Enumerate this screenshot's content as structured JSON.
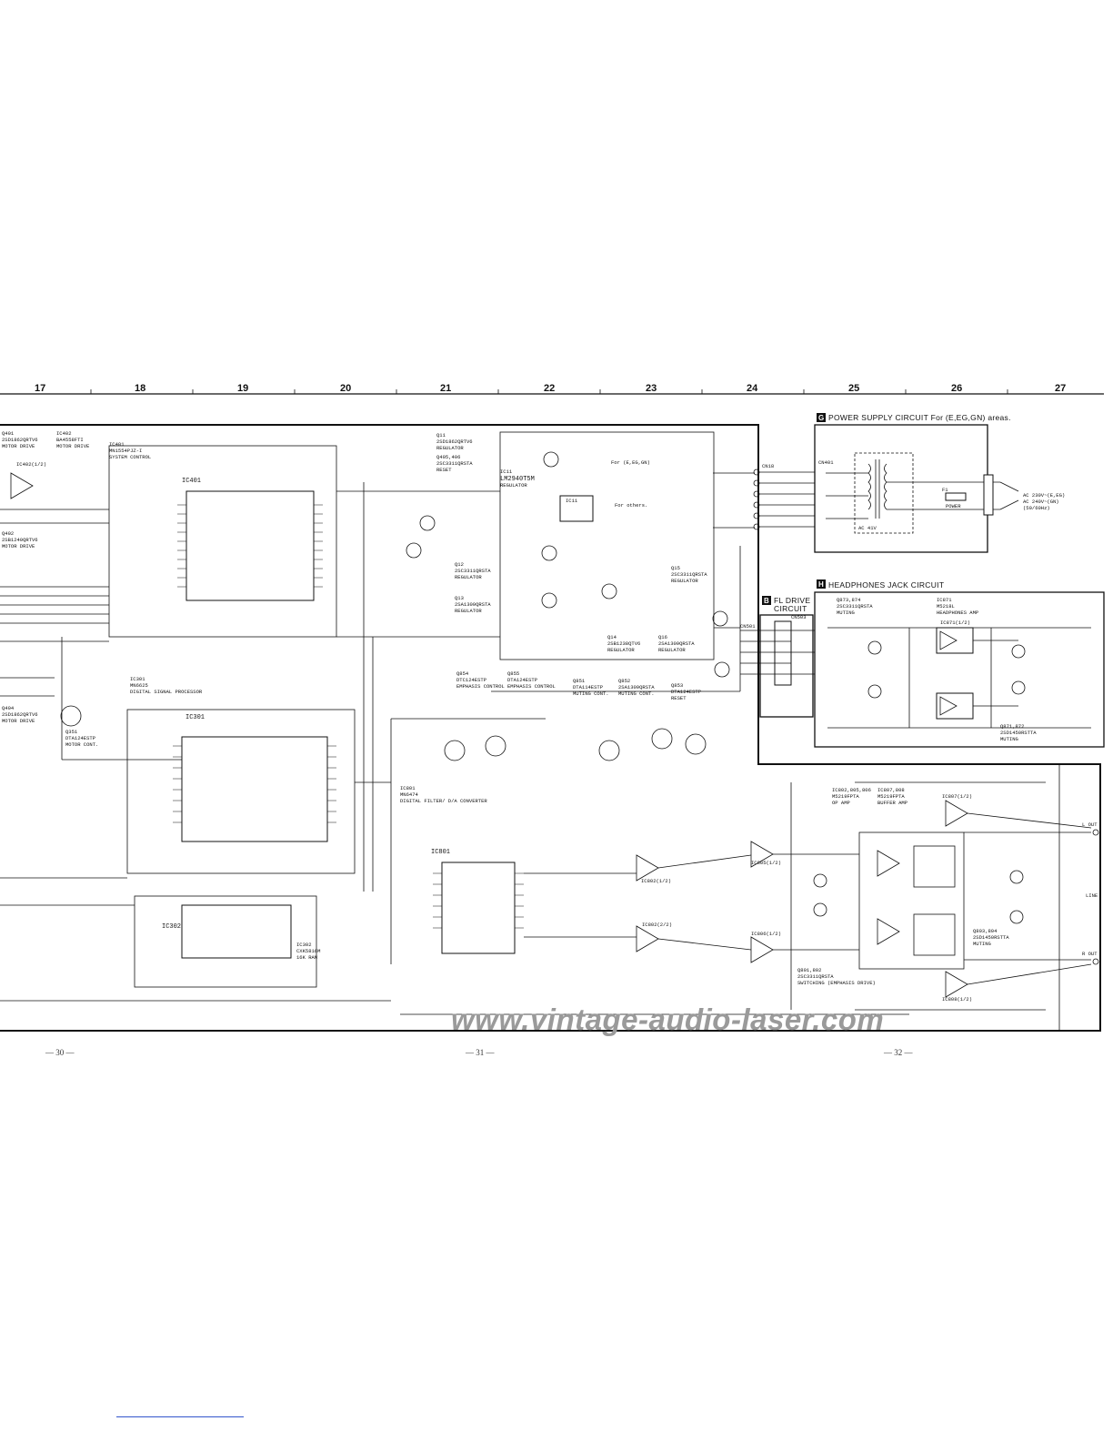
{
  "grid": {
    "columns": [
      "17",
      "18",
      "19",
      "20",
      "21",
      "22",
      "23",
      "24",
      "25",
      "26",
      "27"
    ]
  },
  "sections": {
    "power_supply": {
      "letter": "G",
      "title": "POWER SUPPLY CIRCUIT For (E,EG,GN) areas."
    },
    "headphones": {
      "letter": "H",
      "title": "HEADPHONES JACK CIRCUIT"
    },
    "fl_drive": {
      "letter": "B",
      "title_line1": "FL DRIVE",
      "title_line2": "CIRCUIT"
    }
  },
  "components": [
    {
      "ref": "Q401",
      "part": "2SD1862QRTV6",
      "role": "MOTOR DRIVE"
    },
    {
      "ref": "IC402",
      "part": "BA4558FTI",
      "role": "MOTOR DRIVE"
    },
    {
      "ref": "IC401",
      "part": "MN1554PJZ-I",
      "role": "SYSTEM CONTROL"
    },
    {
      "ref": "Q11",
      "part": "2SD1862QRTV6",
      "role": "REGULATOR"
    },
    {
      "ref": "Q405,406",
      "part": "2SC3311QRSTA",
      "role": "RESET"
    },
    {
      "ref": "IC11",
      "part": "LM2940T5M",
      "role": "REGULATOR"
    },
    {
      "ref": "Q402",
      "part": "2SB1240QRTV6",
      "role": "MOTOR DRIVE"
    },
    {
      "ref": "Q12",
      "part": "2SC3311QRSTA",
      "role": "REGULATOR"
    },
    {
      "ref": "Q13",
      "part": "2SA1309QRSTA",
      "role": "REGULATOR"
    },
    {
      "ref": "Q15",
      "part": "2SC3311QRSTA",
      "role": "REGULATOR"
    },
    {
      "ref": "Q14",
      "part": "2SB1238QTV6",
      "role": "REGULATOR"
    },
    {
      "ref": "Q16",
      "part": "2SA1309QRSTA",
      "role": "REGULATOR"
    },
    {
      "ref": "IC301",
      "part": "MN6625",
      "role": "DIGITAL SIGNAL PROCESSOR"
    },
    {
      "ref": "Q351",
      "part": "DTA124ESTP",
      "role": "MOTOR CONT."
    },
    {
      "ref": "Q404",
      "part": "2SD1862QRTV6",
      "role": "MOTOR DRIVE"
    },
    {
      "ref": "Q854",
      "part": "DTC124ESTP",
      "role": "EMPHASIS CONTROL"
    },
    {
      "ref": "Q855",
      "part": "DTA124ESTP",
      "role": "EMPHASIS CONTROL"
    },
    {
      "ref": "Q851",
      "part": "DTA114ESTP",
      "role": "MUTING CONT."
    },
    {
      "ref": "Q852",
      "part": "2SA1309QRSTA",
      "role": "MUTING CONT."
    },
    {
      "ref": "Q853",
      "part": "DTA124ESTP",
      "role": "RESET"
    },
    {
      "ref": "Q873,874",
      "part": "2SC3311QRSTA",
      "role": "MUTING"
    },
    {
      "ref": "IC871",
      "part": "M5218L",
      "role": "HEADPHONES AMP"
    },
    {
      "ref": "Q871,872",
      "part": "2SD1450RSTTA",
      "role": "MUTING"
    },
    {
      "ref": "IC801",
      "part": "MN6474",
      "role": "DIGITAL FILTER/ D/A CONVERTER"
    },
    {
      "ref": "IC802,805,806",
      "part": "M5219FPTA",
      "role": "OP AMP"
    },
    {
      "ref": "IC807,808",
      "part": "M5219FPTA",
      "role": "BUFFER AMP"
    },
    {
      "ref": "IC302",
      "part": "CXK5816M",
      "role": "16K RAM"
    },
    {
      "ref": "Q801,802",
      "part": "2SC3311QRSTA",
      "role": "SWITCHING (EMPHASIS DRIVE)"
    },
    {
      "ref": "Q803,804",
      "part": "2SD1450RSTTA",
      "role": "MUTING"
    }
  ],
  "ic_labels": {
    "ic402": "IC402(1/2)",
    "ic401": "IC401",
    "ic301": "IC301",
    "ic302": "IC302",
    "ic801": "IC801",
    "ic802a": "IC802(1/2)",
    "ic802b": "IC802(2/2)",
    "ic805": "IC805(1/2)",
    "ic806": "IC806(1/2)",
    "ic807": "IC807(1/2)",
    "ic808": "IC808(1/2)",
    "ic871": "IC871(1/2)",
    "ic11": "IC11"
  },
  "power_notes": {
    "for_e": "For (E,EG,GN)",
    "for_others": "For others.",
    "ac_in_line1": "AC 230V~(E,EG)",
    "ac_in_line2": "AC 240V~(GN)",
    "ac_in_line3": "(50/60Hz)",
    "fuse": "F1",
    "fuse_label": "POWER",
    "voltage_ac": "AC 41V"
  },
  "connectors": {
    "cn18": "CN18",
    "cn501": "CN501",
    "cn401": "CN401",
    "cn503": "CN503",
    "out_l": "L OUT",
    "out_r": "R OUT",
    "line_out": "LINE"
  },
  "watermark": "www.vintage-audio-laser.com",
  "pages": [
    "— 30 —",
    "— 31 —",
    "— 32 —"
  ],
  "colors": {
    "ink": "#111111",
    "watermark": "#9a9a9a",
    "paper": "#ffffff"
  }
}
